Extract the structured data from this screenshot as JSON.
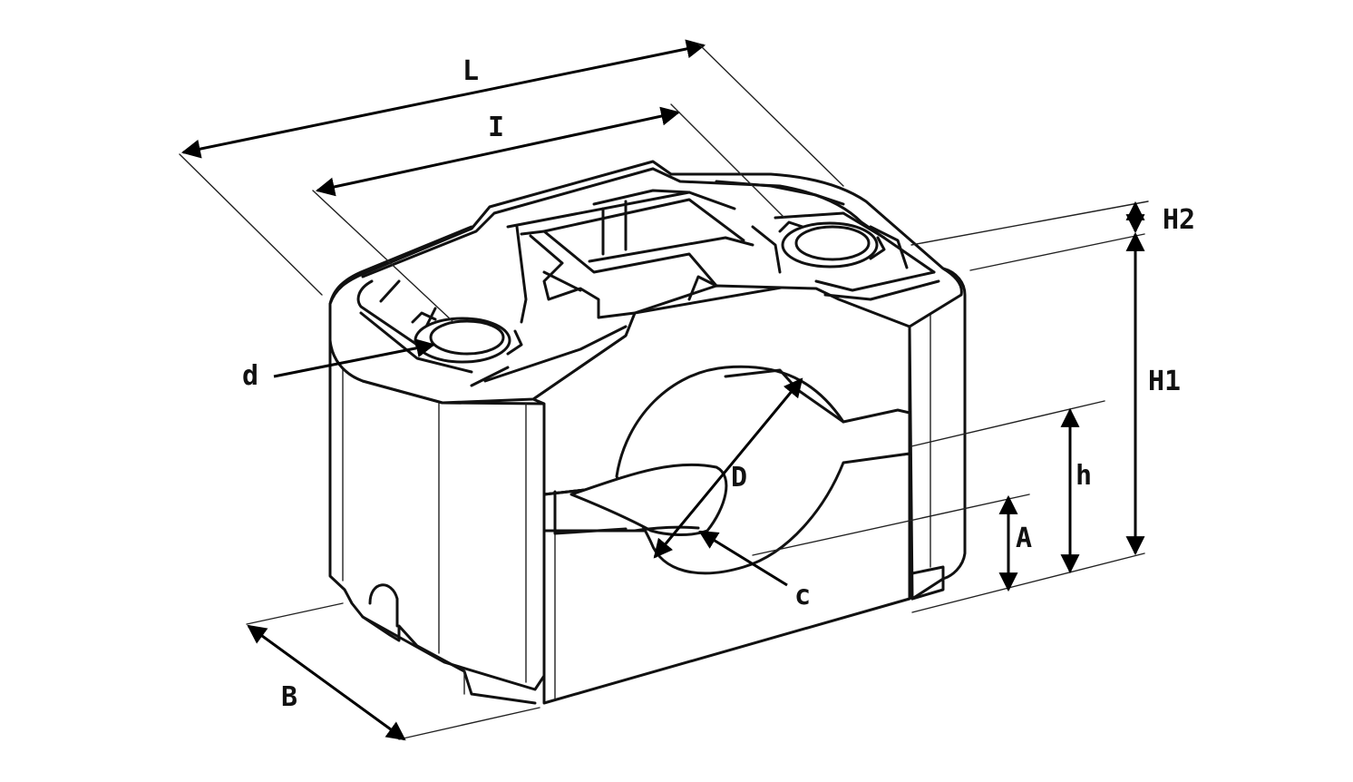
{
  "labels": {
    "L": "L",
    "I": "I",
    "H2": "H2",
    "H1": "H1",
    "d": "d",
    "D": "D",
    "h": "h",
    "A": "A",
    "c": "c",
    "B": "B"
  },
  "colors": {
    "line": "#111111",
    "background": "#ffffff"
  }
}
